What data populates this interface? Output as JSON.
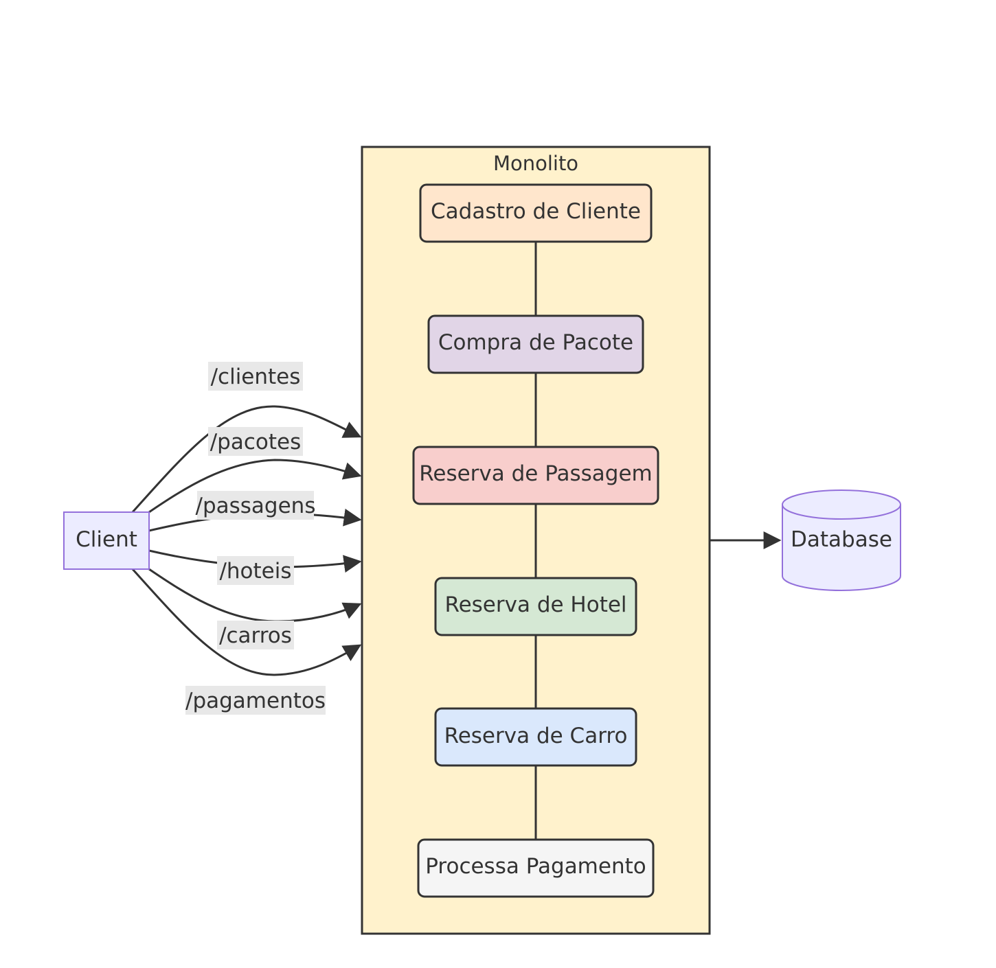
{
  "cluster": {
    "label": "Monolito",
    "fill": "#fff2cc",
    "stroke": "#333333"
  },
  "modules": [
    {
      "label": "Cadastro de Cliente",
      "fill": "#ffe6cc"
    },
    {
      "label": "Compra de Pacote",
      "fill": "#e1d5e7"
    },
    {
      "label": "Reserva de Passagem",
      "fill": "#f8cecc"
    },
    {
      "label": "Reserva de Hotel",
      "fill": "#d5e8d4"
    },
    {
      "label": "Reserva de Carro",
      "fill": "#dae8fc"
    },
    {
      "label": "Processa Pagamento",
      "fill": "#f5f5f5"
    }
  ],
  "client": {
    "label": "Client",
    "fill": "#ececff",
    "stroke": "#9370db"
  },
  "database": {
    "label": "Database",
    "fill": "#ececff",
    "stroke": "#9370db"
  },
  "routes": [
    {
      "label": "/clientes"
    },
    {
      "label": "/pacotes"
    },
    {
      "label": "/passagens"
    },
    {
      "label": "/hoteis"
    },
    {
      "label": "/carros"
    },
    {
      "label": "/pagamentos"
    }
  ],
  "colors": {
    "edge": "#333333",
    "edge_label_bg": "#e8e8e8"
  }
}
